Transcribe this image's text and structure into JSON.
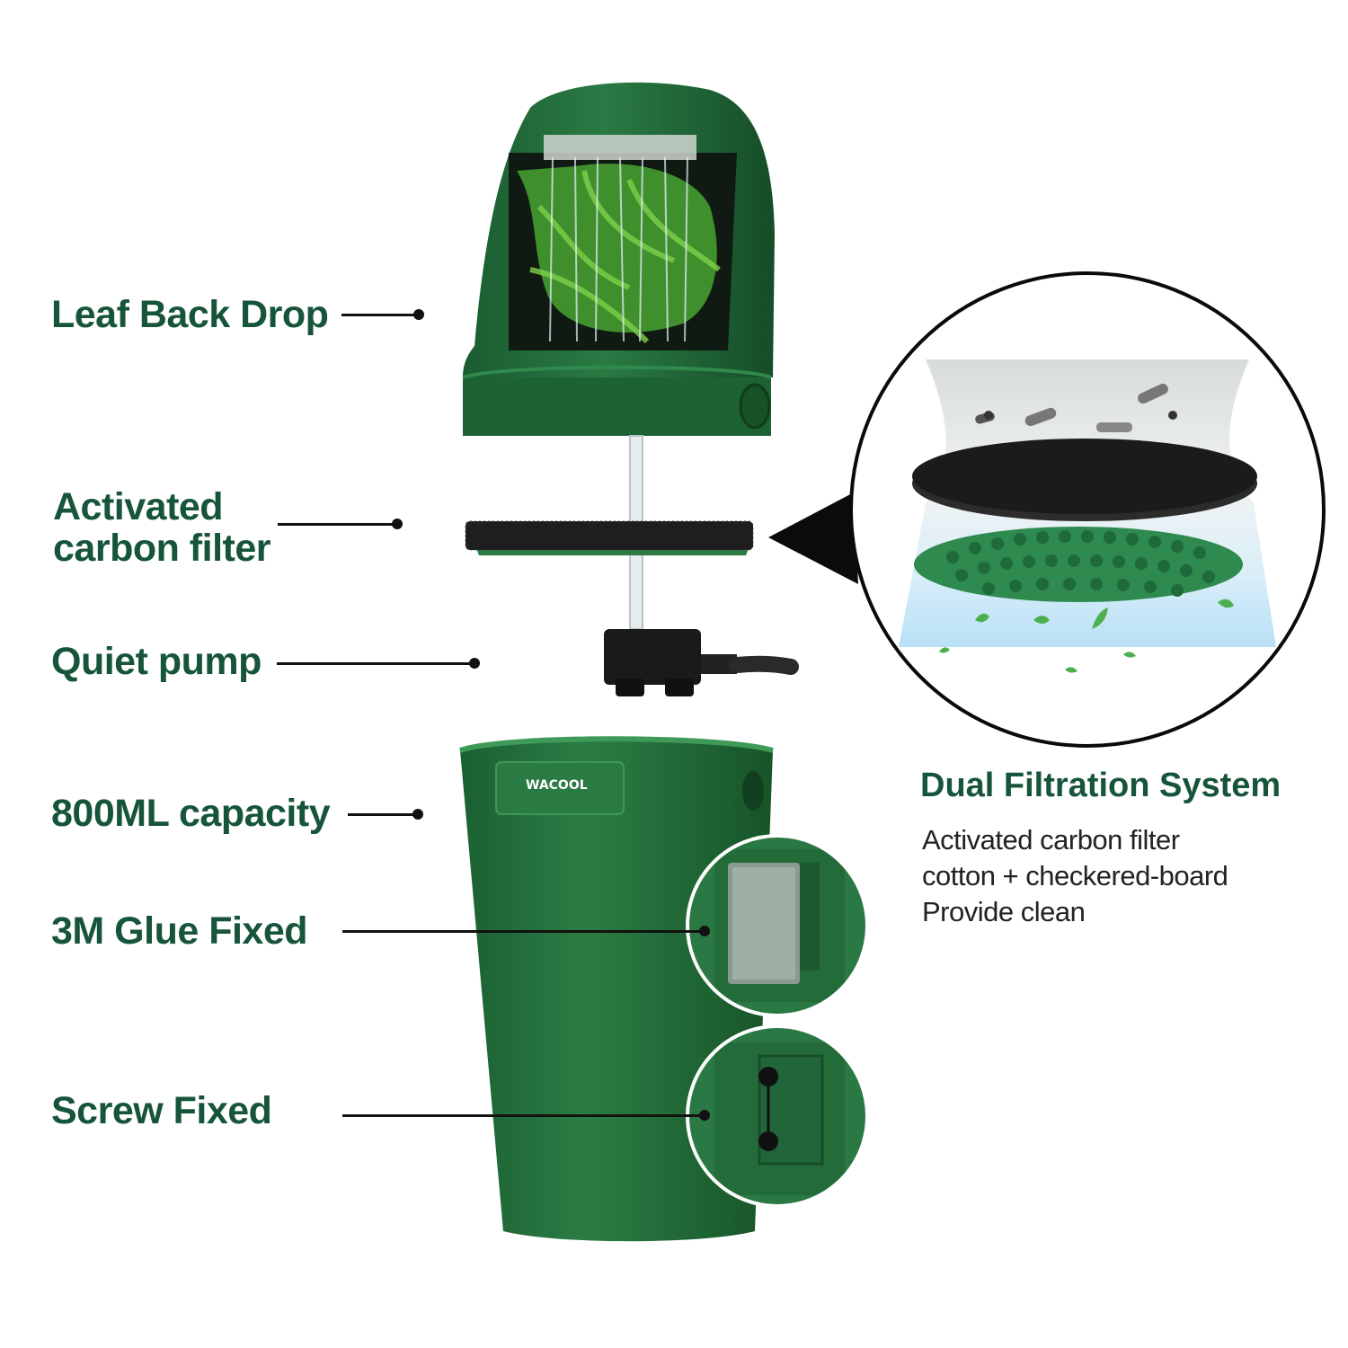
{
  "labels": {
    "leaf_back_drop": "Leaf Back Drop",
    "carbon_filter_line1": "Activated",
    "carbon_filter_line2": "carbon filter",
    "quiet_pump": "Quiet pump",
    "capacity": "800ML capacity",
    "glue_fixed": "3M Glue Fixed",
    "screw_fixed": "Screw Fixed"
  },
  "brand": "WACOOL",
  "info": {
    "title": "Dual Filtration System",
    "lines": [
      "Activated carbon filter",
      "cotton + checkered-board",
      "Provide clean"
    ]
  },
  "colors": {
    "accent_green": "#17553a",
    "product_green": "#1f6b38",
    "leader_line": "#111111"
  },
  "icons": [
    "leaf-back-drop-unit",
    "carbon-filter-disc",
    "pump-icon",
    "reservoir-tank",
    "detail-zoom-circle"
  ]
}
